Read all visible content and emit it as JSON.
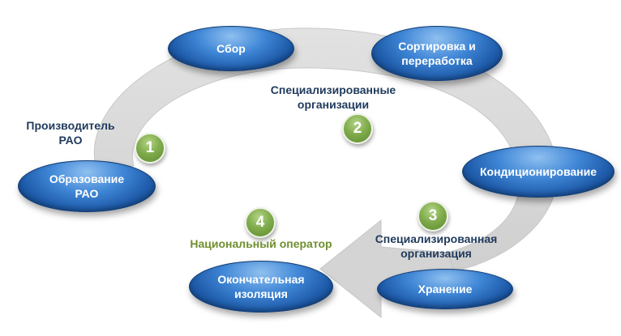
{
  "nodes": {
    "collection": [
      "Сбор"
    ],
    "sorting": [
      "Сортировка и",
      "переработка"
    ],
    "conditioning": [
      "Кондиционирование"
    ],
    "storage": [
      "Хранение"
    ],
    "isolation": [
      "Окончательная",
      "изоляция"
    ],
    "formation": [
      "Образование",
      "РАО"
    ]
  },
  "badges": [
    "1",
    "2",
    "3",
    "4"
  ],
  "labels": {
    "producer": [
      "Производитель",
      "РАО"
    ],
    "spec_orgs": [
      "Специализированные",
      "организации"
    ],
    "spec_org": [
      "Специализированная",
      "организация"
    ],
    "national_operator": "Национальный оператор"
  },
  "colors": {
    "node_blue": "#2a6cc0",
    "badge_green": "#7ba84a",
    "arrow_gray": "#d9d9d9",
    "label_navy": "#1f3a5c",
    "label_green": "#6f8f2e"
  }
}
